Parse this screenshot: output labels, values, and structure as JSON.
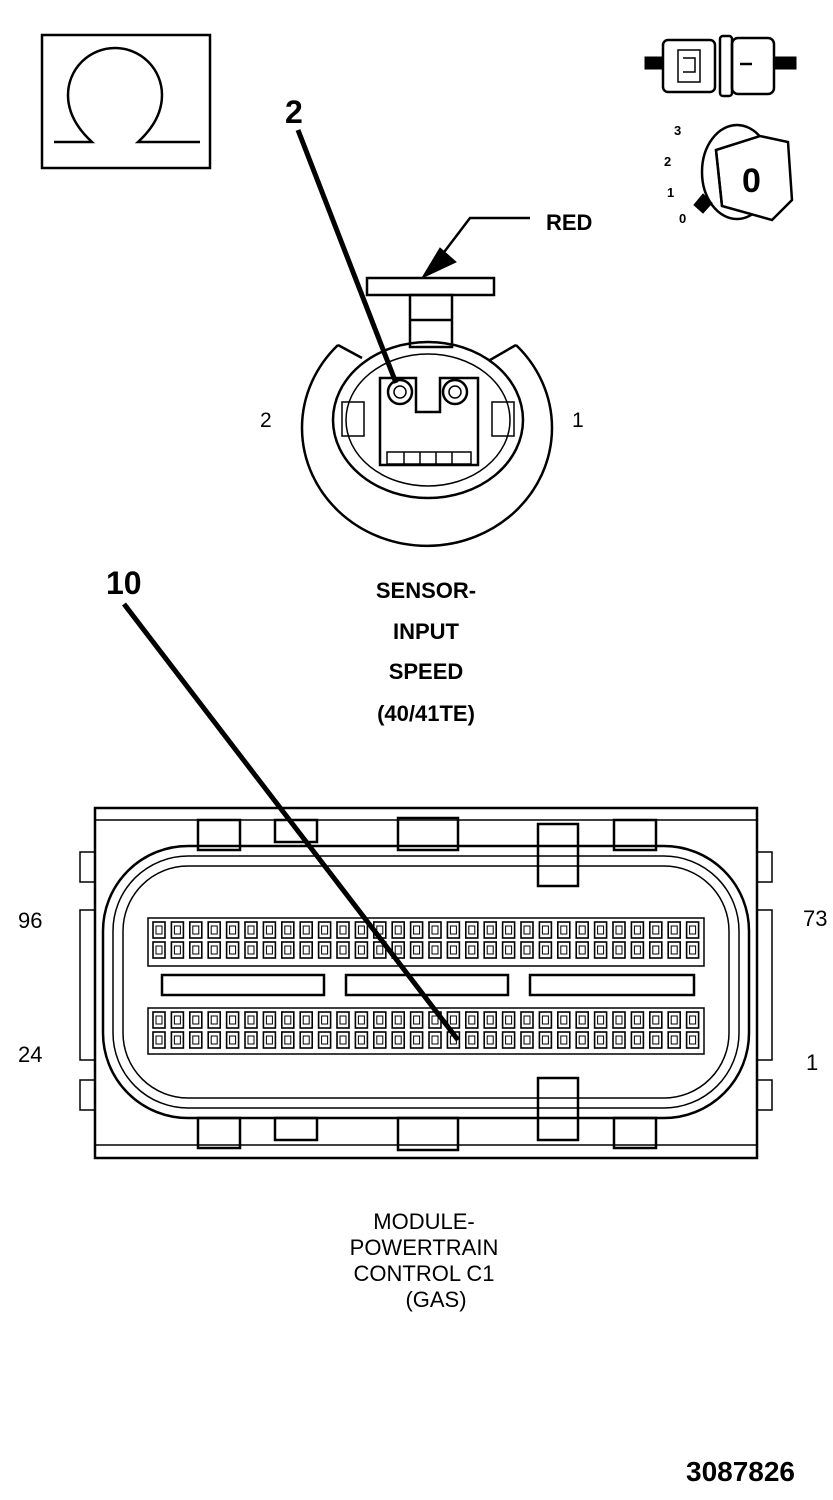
{
  "icons": {
    "ohm_symbol": "ohm-symbol-icon",
    "connector_disconnected": "connector-disconnected-icon",
    "ignition_key": "ignition-key-icon"
  },
  "ignition": {
    "positions": [
      "3",
      "2",
      "1",
      "0"
    ],
    "key_label": "0"
  },
  "sensor_connector": {
    "callout": "2",
    "wire_color": "RED",
    "pin_left": "2",
    "pin_right": "1",
    "title_lines": [
      "SENSOR-",
      "INPUT",
      "SPEED",
      "(40/41TE)"
    ]
  },
  "pcm_connector": {
    "callout": "10",
    "pin_top_left": "96",
    "pin_top_right": "73",
    "pin_bottom_left": "24",
    "pin_bottom_right": "1",
    "title_lines": [
      "MODULE-",
      "POWERTRAIN",
      "CONTROL C1",
      "(GAS)"
    ]
  },
  "figure_number": "3087826"
}
